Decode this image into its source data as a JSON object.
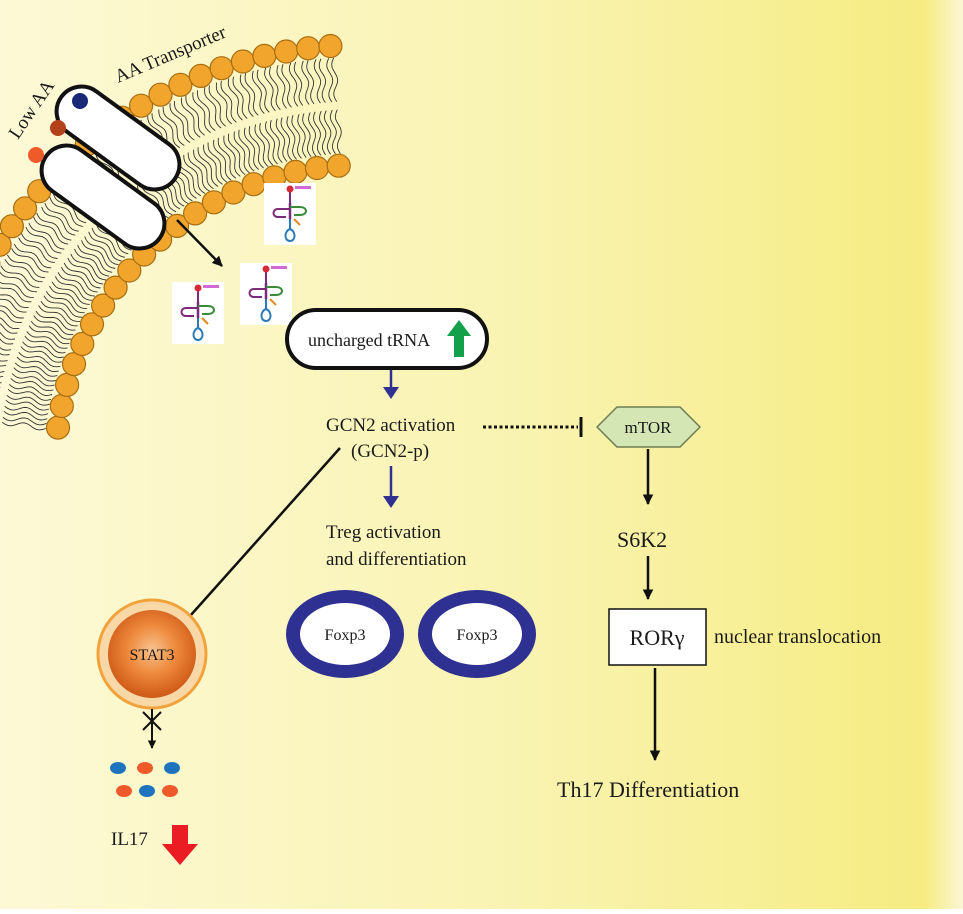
{
  "labels": {
    "low_aa": "Low AA",
    "aa_transporter": "AA Transporter",
    "uncharged_trna": "uncharged tRNA",
    "gcn2_activation": "GCN2 activation",
    "gcn2_p": "(GCN2-p)",
    "treg_line1": "Treg activation",
    "treg_line2": "and differentiation",
    "foxp3_left": "Foxp3",
    "foxp3_right": "Foxp3",
    "mtor": "mTOR",
    "s6k2": "S6K2",
    "rorg": "RORγ",
    "nuclear_translocation": "nuclear translocation",
    "th17": "Th17 Differentiation",
    "stat3": "STAT3",
    "il17": "IL17"
  },
  "colors": {
    "background_left": "#fbf6c7",
    "background_right": "#f7ef8e",
    "lipid_head": "#f1a52c",
    "lipid_outline": "#a86e12",
    "arrow_blue": "#2e3192",
    "foxp3_ring": "#2e3192",
    "mtor_fill": "#d5e6b5",
    "stat3_core": "#e0661c",
    "up_arrow": "#12a14a",
    "down_arrow": "#ea1c24",
    "dot_red": "#ee5a29",
    "dot_blue": "#1e73be",
    "dot_brown": "#b3421a",
    "dot_navy": "#1b2a78"
  },
  "icons": {
    "trna": "trna-cloverleaf-icon",
    "up": "green-up-arrow-icon",
    "down": "red-down-arrow-icon"
  }
}
